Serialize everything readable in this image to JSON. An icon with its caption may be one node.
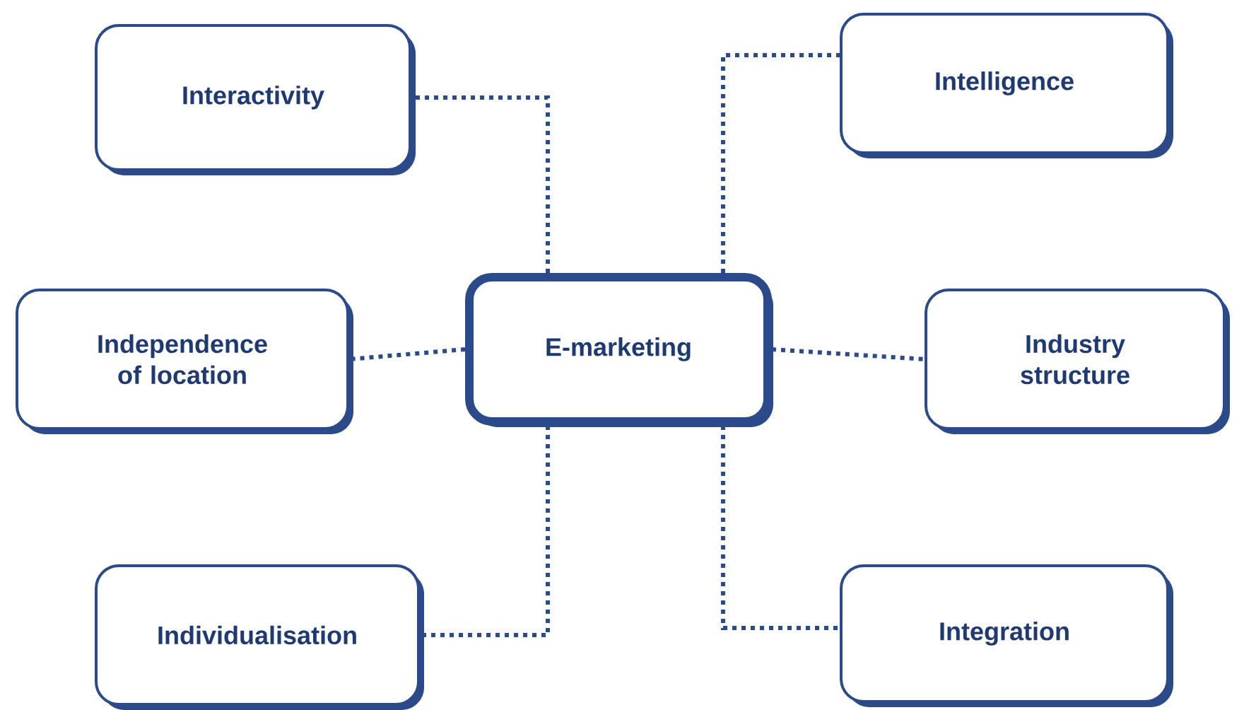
{
  "diagram": {
    "nodes": [
      {
        "text": [
          "Interactivity"
        ]
      },
      {
        "text": [
          "Intelligence"
        ]
      },
      {
        "text": [
          "Independence of location"
        ]
      },
      {
        "text": [
          "E-marketing"
        ]
      },
      {
        "text": [
          "Industry structure"
        ]
      },
      {
        "text": [
          "Individualisation"
        ]
      },
      {
        "text": [
          "Integration"
        ]
      }
    ],
    "edges": [
      {
        "from": 3,
        "to": 0,
        "arrow": "none"
      },
      {
        "from": 3,
        "to": 1,
        "arrow": "none"
      },
      {
        "from": 3,
        "to": 2,
        "arrow": "none"
      },
      {
        "from": 3,
        "to": 4,
        "arrow": "none"
      },
      {
        "from": 3,
        "to": 5,
        "arrow": "none"
      },
      {
        "from": 3,
        "to": 6,
        "arrow": "none"
      }
    ]
  }
}
